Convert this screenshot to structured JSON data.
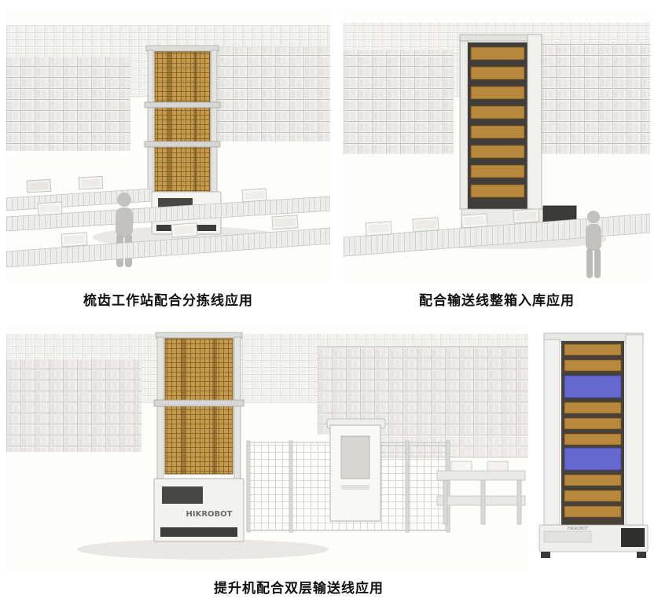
{
  "page": {
    "background": "#ffffff"
  },
  "figures": [
    {
      "id": "sorting-line",
      "caption": "梳齿工作站配合分拣线应用"
    },
    {
      "id": "conveyor-inbound",
      "caption": "配合输送线整箱入库应用"
    },
    {
      "id": "double-deck",
      "caption": "提升机配合双层输送线应用"
    }
  ],
  "machine": {
    "brand_label": "HIKROBOT"
  },
  "colors": {
    "mesh": "#c59a4c",
    "mesh_line": "#7c5b20",
    "belt_blue": "#6468cf",
    "rack_fill": "#f0efee",
    "caption_text": "#111111"
  }
}
